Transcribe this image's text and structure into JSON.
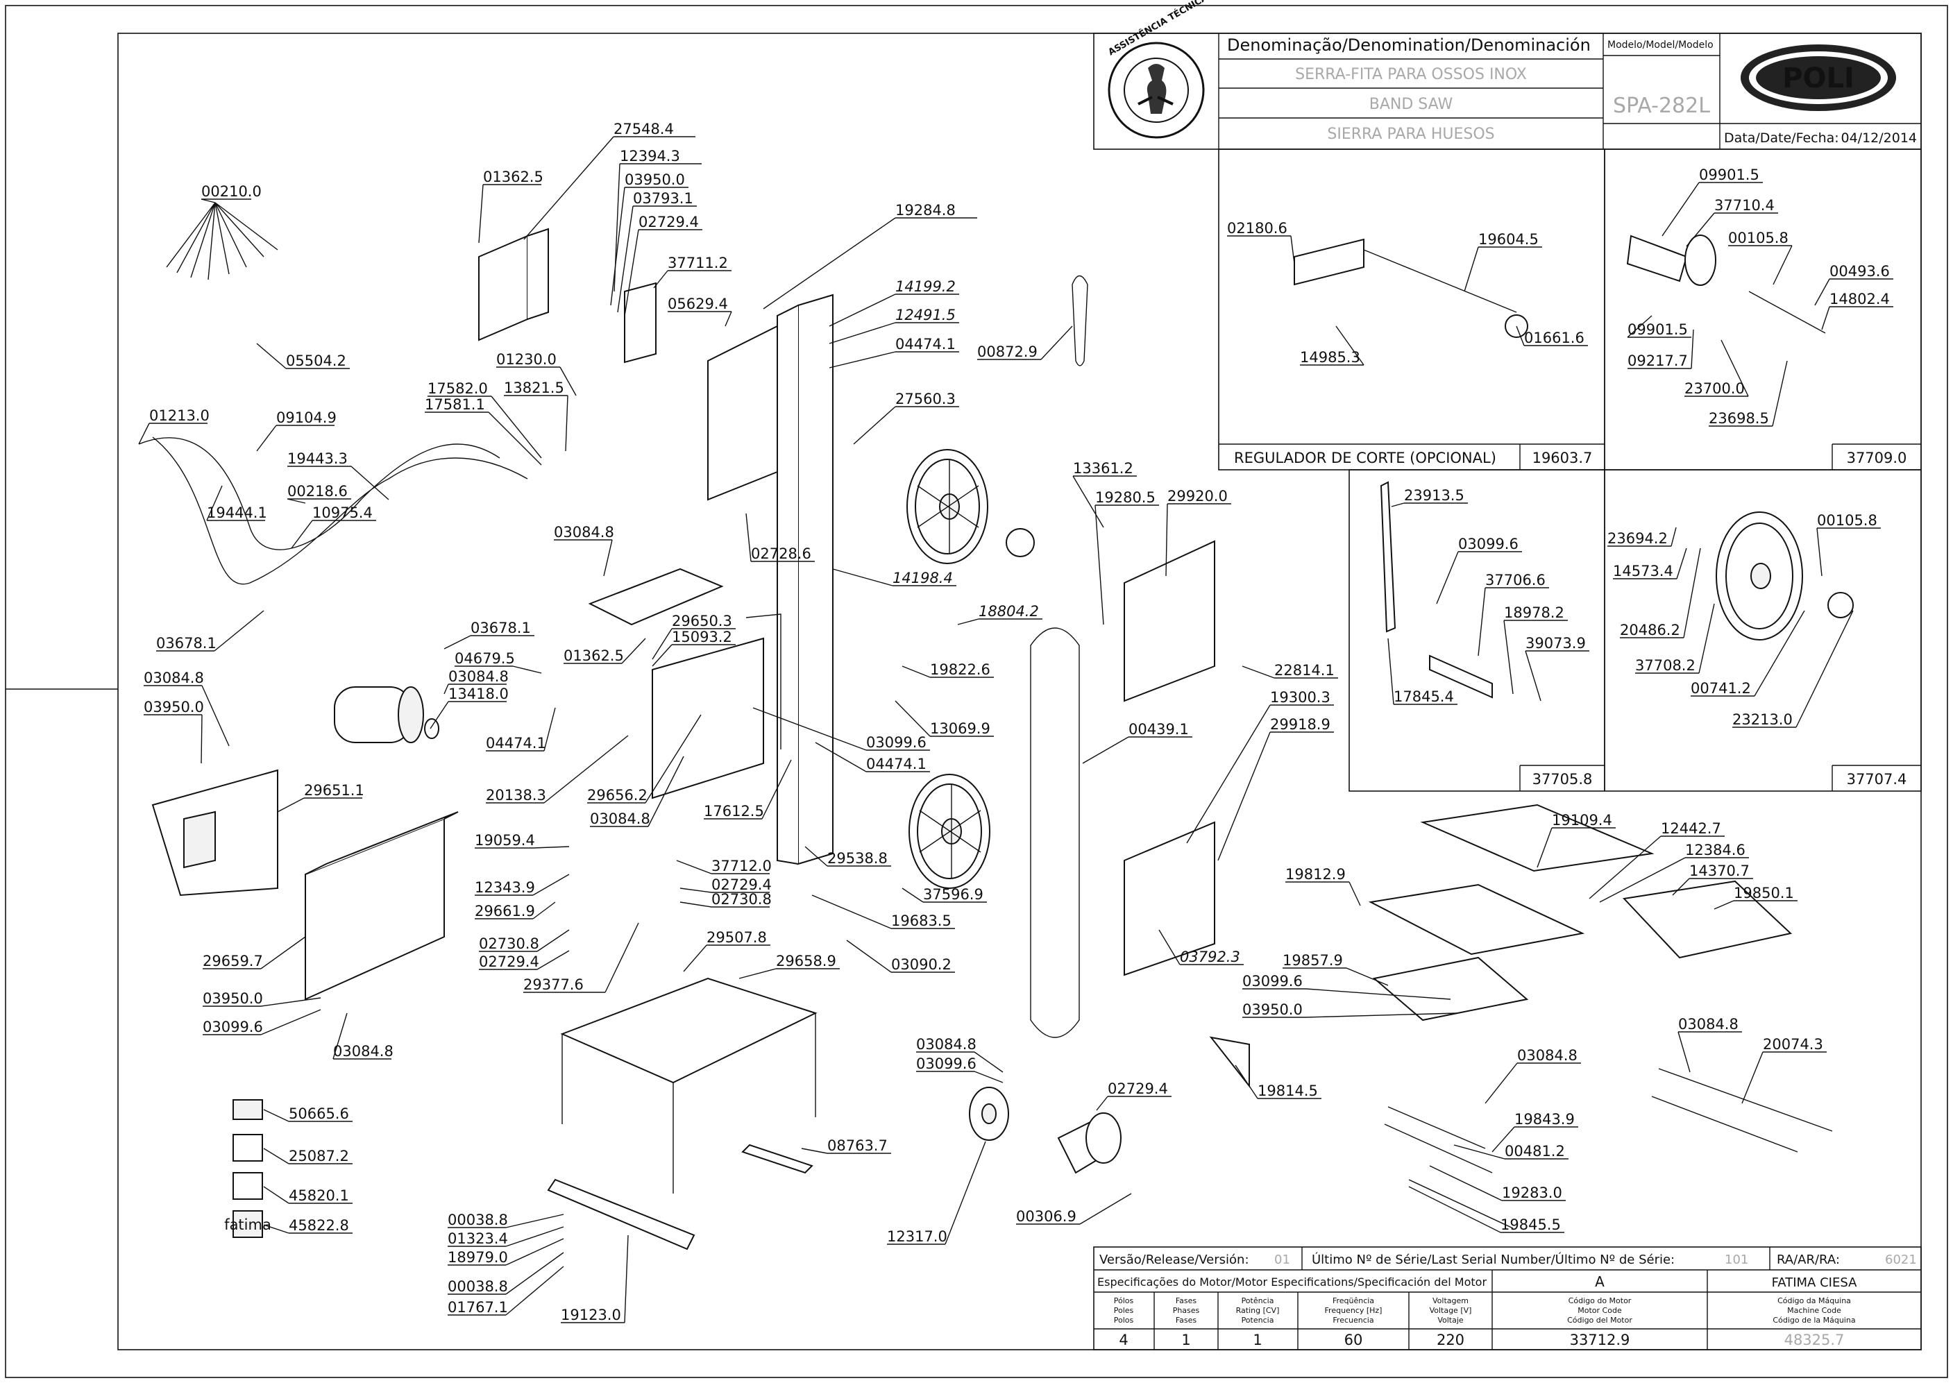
{
  "title_block": {
    "denomination_header": "Denominação/Denomination/Denominación",
    "name_pt": "SERRA-FITA PARA OSSOS INOX",
    "name_en": "BAND SAW",
    "name_es": "SIERRA PARA HUESOS",
    "model_header": "Modelo/Model/Modelo",
    "model": "SPA-282L",
    "date_label": "Data/Date/Fecha:",
    "date": "04/12/2014",
    "logo_text": "POLI",
    "seal_text": "ASSISTÊNCIA TÉCNICA AUTORIZADA"
  },
  "subassemblies": {
    "regulator_caption": "REGULADOR DE CORTE (OPCIONAL)",
    "regulator_code": "19603.7",
    "box_37709": "37709.0",
    "box_37705": "37705.8",
    "box_37707": "37707.4"
  },
  "bottom_block": {
    "version_label": "Versão/Release/Versión:",
    "version": "01",
    "serial_label": "Último Nº de Série/Last Serial Number/Último Nº de Série:",
    "serial": "101",
    "ra_label": "RA/AR/RA:",
    "ra": "6021",
    "motor_spec_label": "Especificações do Motor/Motor Especifications/Specificación del Motor",
    "motor_letter": "A",
    "manufacturer": "FATIMA CIESA",
    "col_poles": [
      "Pólos",
      "Poles",
      "Polos"
    ],
    "col_phases": [
      "Fases",
      "Phases",
      "Fases"
    ],
    "col_power": [
      "Potência",
      "Rating [CV]",
      "Potencia"
    ],
    "col_freq": [
      "Freqüência",
      "Frequency [Hz]",
      "Frecuencia"
    ],
    "col_volt": [
      "Voltagem",
      "Voltage [V]",
      "Voltaje"
    ],
    "col_motor_code": [
      "Código do Motor",
      "Motor Code",
      "Código del Motor"
    ],
    "col_machine_code": [
      "Código da Máquina",
      "Machine Code",
      "Código de la Máquina"
    ],
    "poles": "4",
    "phases": "1",
    "power": "1",
    "frequency": "60",
    "voltage": "220",
    "motor_code": "33712.9",
    "machine_code": "48325.7"
  },
  "labels": [
    "00210.0",
    "27548.4",
    "01362.5",
    "12394.3",
    "03950.0",
    "03793.1",
    "02729.4",
    "37711.2",
    "05629.4",
    "19284.8",
    "05504.2",
    "01230.0",
    "17582.0",
    "17581.1",
    "13821.5",
    "14199.2",
    "12491.5",
    "04474.1",
    "27560.3",
    "00872.9",
    "01213.0",
    "09104.9",
    "19443.3",
    "00218.6",
    "10975.4",
    "19444.1",
    "03084.8",
    "02728.6",
    "14198.4",
    "03678.1",
    "29650.3",
    "15093.2",
    "01362.5",
    "03678.1",
    "04679.5",
    "03084.8",
    "13418.0",
    "18804.2",
    "19822.6",
    "13069.9",
    "03084.8",
    "03950.0",
    "04474.1",
    "20138.3",
    "29656.2",
    "03084.8",
    "03099.6",
    "04474.1",
    "29651.1",
    "17612.5",
    "19059.4",
    "37712.0",
    "02729.4",
    "02730.8",
    "12343.9",
    "29661.9",
    "02730.8",
    "02729.4",
    "29377.6",
    "29538.8",
    "37596.9",
    "19683.5",
    "03090.2",
    "29659.7",
    "29507.8",
    "29658.9",
    "03950.0",
    "03099.6",
    "03084.8",
    "50665.6",
    "25087.2",
    "45820.1",
    "45822.8",
    "08763.7",
    "00038.8",
    "01323.4",
    "18979.0",
    "00038.8",
    "01767.1",
    "19123.0",
    "12317.0",
    "00306.9",
    "02729.4",
    "03084.8",
    "03099.6",
    "00439.1",
    "13361.2",
    "19280.5",
    "29920.0",
    "22814.1",
    "19300.3",
    "29918.9",
    "03792.3",
    "02180.6",
    "19604.5",
    "14985.3",
    "01661.6",
    "09901.5",
    "37710.4",
    "00105.8",
    "00493.6",
    "14802.4",
    "09901.5",
    "09217.7",
    "23700.0",
    "23698.5",
    "23913.5",
    "03099.6",
    "37706.6",
    "18978.2",
    "39073.9",
    "17845.4",
    "23694.2",
    "14573.4",
    "00105.8",
    "20486.2",
    "37708.2",
    "00741.2",
    "23213.0",
    "19109.4",
    "12442.7",
    "12384.6",
    "14370.7",
    "19850.1",
    "19812.9",
    "19857.9",
    "03099.6",
    "03950.0",
    "03084.8",
    "20074.3",
    "19814.5",
    "03084.8",
    "19843.9",
    "00481.2",
    "19283.0",
    "19845.5",
    "fatima"
  ]
}
